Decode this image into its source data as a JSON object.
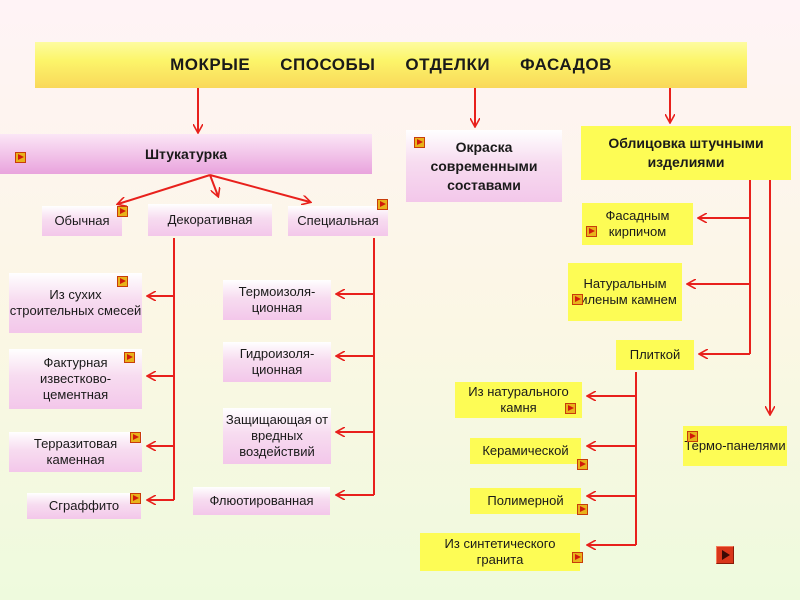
{
  "title": {
    "parts": [
      "МОКРЫЕ",
      "СПОСОБЫ",
      "ОТДЕЛКИ",
      "ФАСАДОВ"
    ]
  },
  "plaster": {
    "label": "Штукатурка",
    "types": {
      "ordinary": "Обычная",
      "decorative": "Декоративная",
      "special": "Специальная"
    },
    "ordinary_items": [
      "Из сухих строительных смесей",
      "Фактурная известково-цементная",
      "Терразитовая каменная",
      "Сграффито"
    ],
    "special_items": [
      "Термоизоля-ционная",
      "Гидроизоля-ционная",
      "Защищающая от вредных воздействий",
      "Флюотированная"
    ]
  },
  "painting": {
    "label": "Окраска современными составами"
  },
  "cladding": {
    "label": "Облицовка штучными изделиями",
    "items": {
      "brick": "Фасадным кирпичом",
      "stone": "Натуральным пиленым камнем",
      "tile": "Плиткой",
      "thermo": "Термо-панелями"
    },
    "tile_items": [
      "Из натурального камня",
      "Керамической",
      "Полимерной",
      "Из синтетического гранита"
    ]
  },
  "colors": {
    "arrow": "#e8201c",
    "title_bg": "#fcf56a",
    "box_pink": "#f3c7ea",
    "box_yellow": "#fdfc55",
    "icon": "#d11a0a"
  },
  "icons": [
    "play-icon",
    "nav-next-icon"
  ]
}
